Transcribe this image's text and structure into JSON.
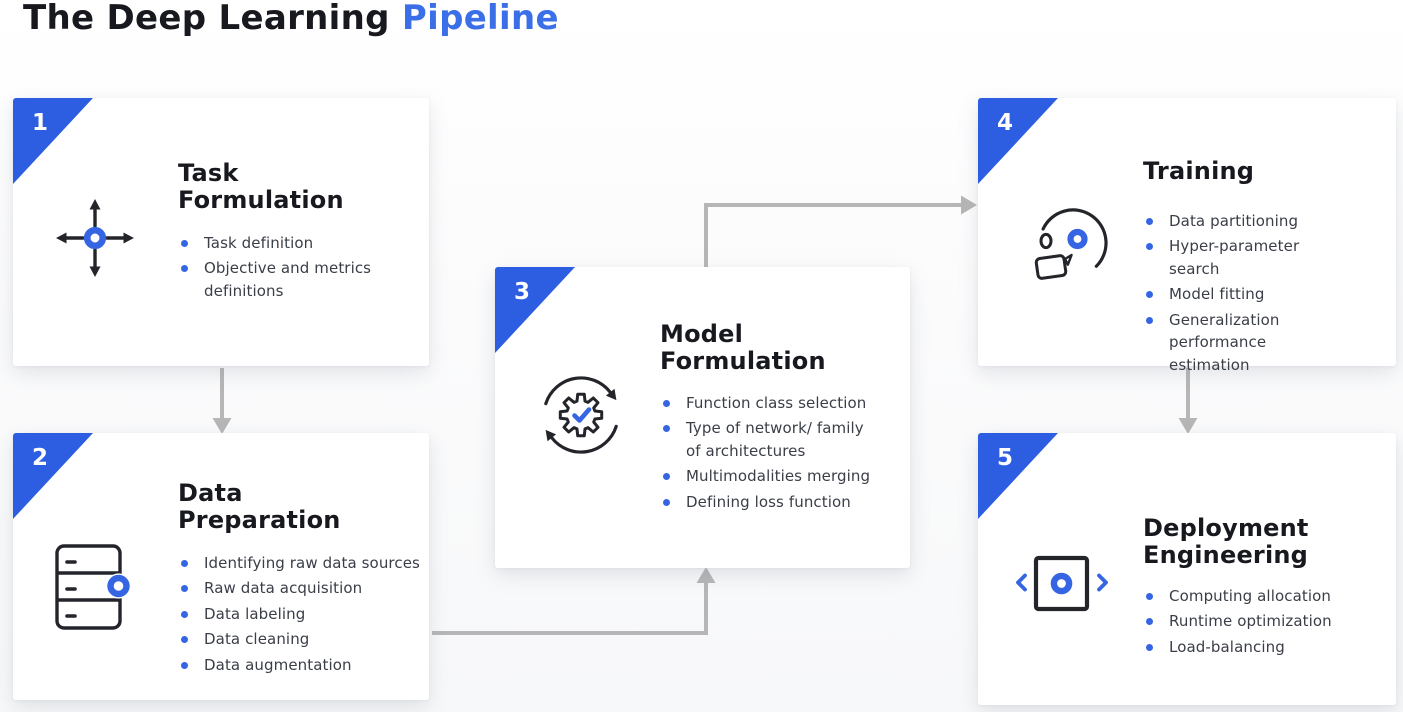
{
  "title": {
    "prefix": "The Deep Learning ",
    "highlight": "Pipeline"
  },
  "colors": {
    "accent": "#3565E3",
    "triangle": "#2D5EE2",
    "title_highlight": "#3B6FE8",
    "heading": "#17191F",
    "body": "#3A3E47",
    "arrow": "#B6B6B6",
    "icon_ink": "#23252B"
  },
  "cards": [
    {
      "number": "1",
      "title": "Task\nFormulation",
      "icon": "move-axes-icon",
      "items": [
        "Task definition",
        "Objective and metrics definitions"
      ]
    },
    {
      "number": "2",
      "title": "Data\nPreparation",
      "icon": "database-server-icon",
      "items": [
        "Identifying raw data sources",
        "Raw data acquisition",
        "Data labeling",
        "Data cleaning",
        "Data augmentation"
      ]
    },
    {
      "number": "3",
      "title": "Model\nFormulation",
      "icon": "gear-refresh-icon",
      "items": [
        "Function class selection",
        "Type of network/ family of architectures",
        "Multimodalities merging",
        "Defining loss function"
      ]
    },
    {
      "number": "4",
      "title": "Training",
      "icon": "person-training-icon",
      "items": [
        "Data partitioning",
        "Hyper-parameter search",
        "Model fitting",
        "Generalization performance estimation"
      ]
    },
    {
      "number": "5",
      "title": "Deployment\nEngineering",
      "icon": "code-deploy-icon",
      "items": [
        "Computing allocation",
        "Runtime optimization",
        "Load-balancing"
      ]
    }
  ]
}
